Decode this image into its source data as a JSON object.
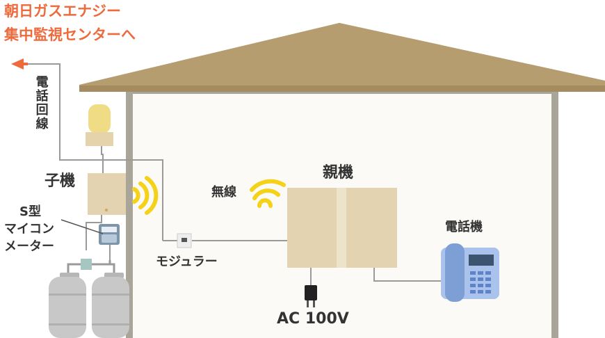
{
  "title": {
    "line1": "朝日ガスエナジー",
    "line2": "集中監視センターへ"
  },
  "labels": {
    "phone_line": "電話回線",
    "child_unit": "子機",
    "s_type_meter_line1": "S型",
    "s_type_meter_line2": "マイコン",
    "s_type_meter_line3": "メーター",
    "wireless": "無線",
    "parent_unit": "親機",
    "modular": "モジュラー",
    "power": "AC 100V",
    "telephone": "電話機"
  },
  "colors": {
    "title_orange": "#ee6a3c",
    "roof": "#a58c60",
    "wall": "#a9a699",
    "box_beige": "#e3d3b1",
    "signal_yellow": "#f4d219",
    "phone_blue": "#a9c3ec",
    "cylinder_gray": "#c8c8c8"
  }
}
